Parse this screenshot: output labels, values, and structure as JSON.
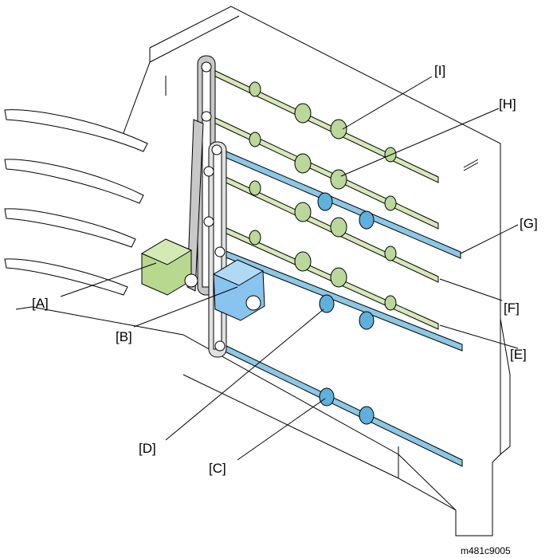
{
  "labels": {
    "A": "[A]",
    "B": "[B]",
    "C": "[C]",
    "D": "[D]",
    "E": "[E]",
    "F": "[F]",
    "G": "[G]",
    "H": "[H]",
    "I": "[I]"
  },
  "figure_id": "m481c9005",
  "colors": {
    "green_shaft": "#d6e8b8",
    "green_roller": "#b9d89a",
    "blue_shaft": "#8cc8e6",
    "blue_roller": "#5fb0dc",
    "motor_green": "#b8d890",
    "motor_blue": "#88c4ee",
    "outline": "#000000"
  }
}
